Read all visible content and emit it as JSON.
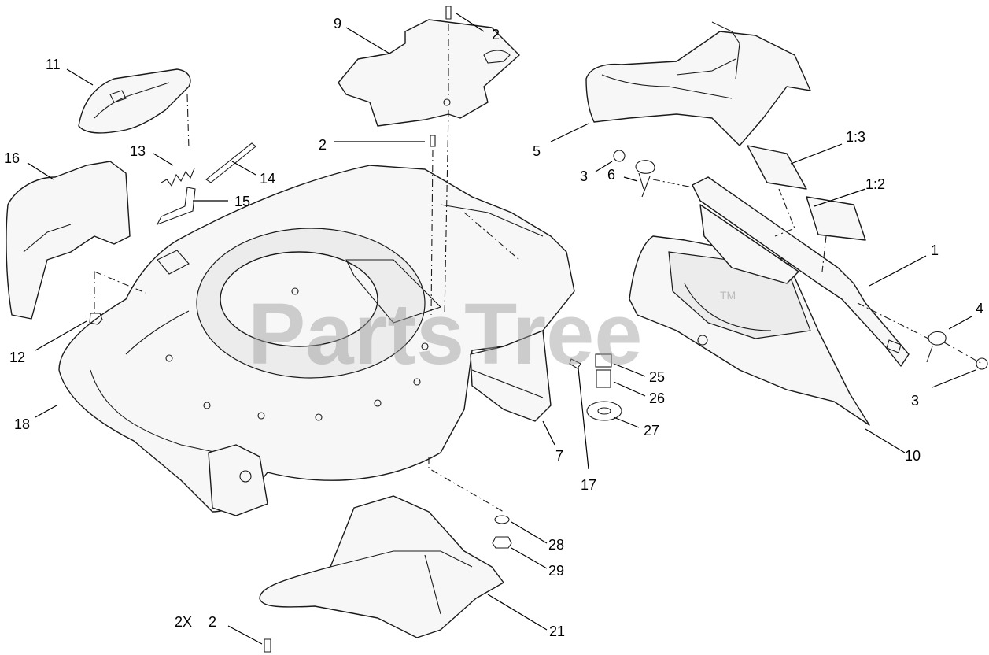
{
  "watermark": {
    "text": "PartsTree",
    "trademark": "TM"
  },
  "callouts": [
    {
      "id": "c11",
      "text": "11"
    },
    {
      "id": "c9",
      "text": "9"
    },
    {
      "id": "c2a",
      "text": "2"
    },
    {
      "id": "c13",
      "text": "13"
    },
    {
      "id": "c16",
      "text": "16"
    },
    {
      "id": "c2b",
      "text": "2"
    },
    {
      "id": "c14",
      "text": "14"
    },
    {
      "id": "c15",
      "text": "15"
    },
    {
      "id": "c5",
      "text": "5"
    },
    {
      "id": "c13b",
      "text": "1:3"
    },
    {
      "id": "c3a",
      "text": "3"
    },
    {
      "id": "c6",
      "text": "6"
    },
    {
      "id": "c12b",
      "text": "1:2"
    },
    {
      "id": "c1",
      "text": "1"
    },
    {
      "id": "c4",
      "text": "4"
    },
    {
      "id": "c3b",
      "text": "3"
    },
    {
      "id": "c12",
      "text": "12"
    },
    {
      "id": "c18",
      "text": "18"
    },
    {
      "id": "c25",
      "text": "25"
    },
    {
      "id": "c26",
      "text": "26"
    },
    {
      "id": "c27",
      "text": "27"
    },
    {
      "id": "c7",
      "text": "7"
    },
    {
      "id": "c17",
      "text": "17"
    },
    {
      "id": "c10",
      "text": "10"
    },
    {
      "id": "c28",
      "text": "28"
    },
    {
      "id": "c29",
      "text": "29"
    },
    {
      "id": "c2x",
      "text": "2X"
    },
    {
      "id": "c2c",
      "text": "2"
    },
    {
      "id": "c21",
      "text": "21"
    }
  ]
}
